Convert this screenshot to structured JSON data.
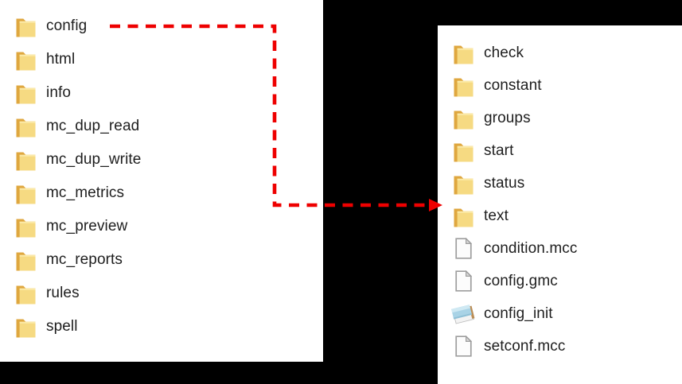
{
  "window": {
    "description": "two file-explorer folder listings on black background connected by red dashed arrow"
  },
  "panels": {
    "left": {
      "name": "parent-directory-listing",
      "items": [
        {
          "label": "config",
          "icon": "folder"
        },
        {
          "label": "html",
          "icon": "folder"
        },
        {
          "label": "info",
          "icon": "folder"
        },
        {
          "label": "mc_dup_read",
          "icon": "folder"
        },
        {
          "label": "mc_dup_write",
          "icon": "folder"
        },
        {
          "label": "mc_metrics",
          "icon": "folder"
        },
        {
          "label": "mc_preview",
          "icon": "folder"
        },
        {
          "label": "mc_reports",
          "icon": "folder"
        },
        {
          "label": "rules",
          "icon": "folder"
        },
        {
          "label": "spell",
          "icon": "folder"
        }
      ]
    },
    "right": {
      "name": "config-directory-listing",
      "items": [
        {
          "label": "check",
          "icon": "folder"
        },
        {
          "label": "constant",
          "icon": "folder"
        },
        {
          "label": "groups",
          "icon": "folder"
        },
        {
          "label": "start",
          "icon": "folder"
        },
        {
          "label": "status",
          "icon": "folder"
        },
        {
          "label": "text",
          "icon": "folder"
        },
        {
          "label": "condition.mcc",
          "icon": "file"
        },
        {
          "label": "config.gmc",
          "icon": "file"
        },
        {
          "label": "config_init",
          "icon": "notepad"
        },
        {
          "label": "setconf.mcc",
          "icon": "file"
        }
      ]
    }
  },
  "arrow": {
    "color": "#ee0000",
    "style": "dashed",
    "from_label": "config",
    "points_to": "right panel listing"
  },
  "colors": {
    "background": "#000000",
    "panel_background": "#ffffff",
    "text": "#1e1e1e",
    "folder_front": "#f6da82",
    "folder_back": "#dfa73f",
    "file_border": "#9e9e9e",
    "notepad_cover": "#a9d3e6",
    "notepad_spine": "#bb8d55"
  }
}
